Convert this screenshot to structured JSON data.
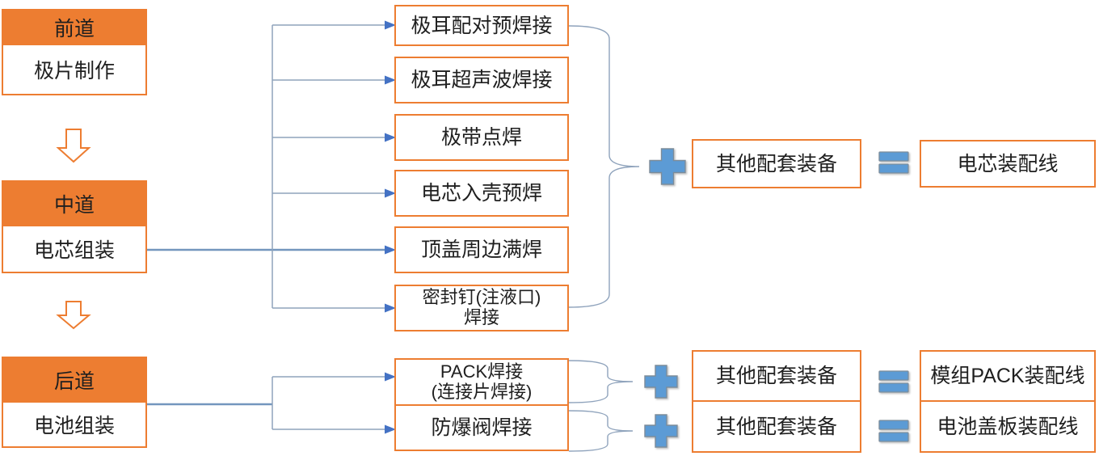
{
  "colors": {
    "accent_orange": "#ED7D31",
    "shape_blue": "#5B9BD5",
    "arrowhead_blue": "#4472C4",
    "connector_blue": "#7396BE",
    "connector_gray": "#8FA3BC",
    "text": "#1F1F1F"
  },
  "stages": [
    {
      "header": "前道",
      "body": "极片制作"
    },
    {
      "header": "中道",
      "body": "电芯组装"
    },
    {
      "header": "后道",
      "body": "电池组装"
    }
  ],
  "cell_processes": [
    "极耳配对预焊接",
    "极耳超声波焊接",
    "极带点焊",
    "电芯入壳预焊",
    "顶盖周边满焊",
    "密封钉(注液口)\n焊接"
  ],
  "pack_processes": [
    "PACK焊接\n(连接片焊接)",
    "防爆阀焊接"
  ],
  "assembly_rows": [
    {
      "other_label": "其他配套装备",
      "result_label": "电芯装配线"
    },
    {
      "other_label": "其他配套装备",
      "result_label": "模组PACK装配线"
    },
    {
      "other_label": "其他配套装备",
      "result_label": "电池盖板装配线"
    }
  ],
  "icons": {
    "down_arrow": "hollow orange block arrow pointing down",
    "plus": "blue plus sign",
    "equals": "blue equals sign",
    "brace": "right curly brace connector"
  }
}
